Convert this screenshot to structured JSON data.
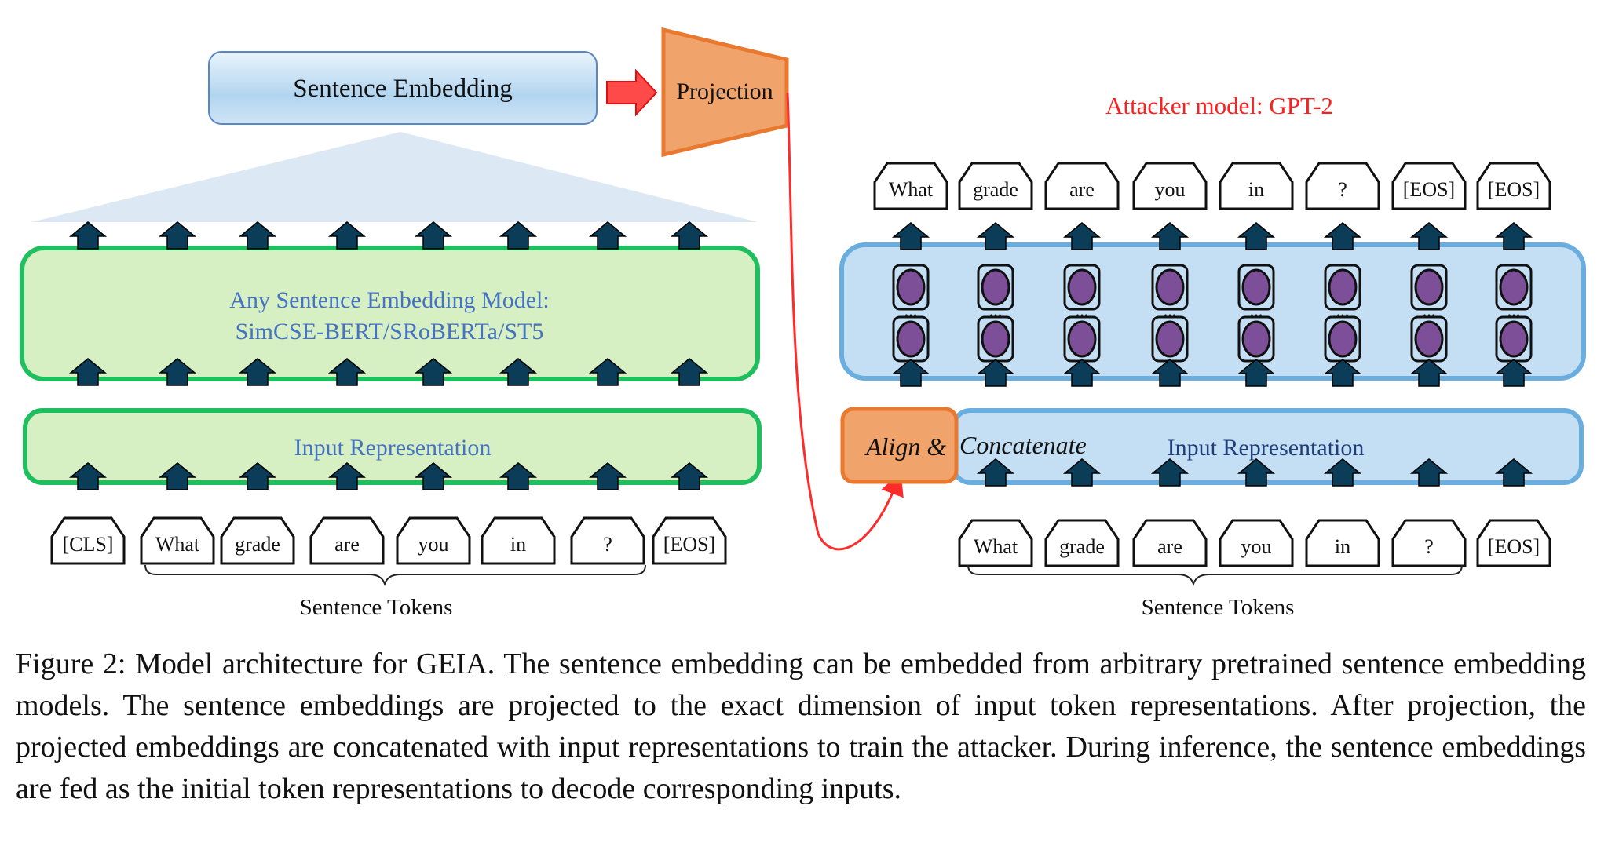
{
  "figure": {
    "encoder": {
      "sentence_embedding_label": "Sentence Embedding",
      "projection_label": "Projection",
      "model_label_line1": "Any Sentence Embedding Model:",
      "model_label_line2": "SimCSE-BERT/SRoBERTa/ST5",
      "input_representation_label": "Input Representation",
      "input_tokens": [
        "[CLS]",
        "What",
        "grade",
        "are",
        "you",
        "in",
        "?",
        "[EOS]"
      ],
      "brace_label": "Sentence Tokens"
    },
    "attacker": {
      "title": "Attacker model: GPT-2",
      "output_tokens": [
        "What",
        "grade",
        "are",
        "you",
        "in",
        "?",
        "[EOS]",
        "[EOS]"
      ],
      "align_label_part1": "Align &",
      "align_label_part2": "Concatenate",
      "input_representation_label": "Input Representation",
      "input_tokens": [
        "What",
        "grade",
        "are",
        "you",
        "in",
        "?",
        "[EOS]"
      ],
      "brace_label": "Sentence Tokens",
      "ellipsis": "..."
    },
    "colors": {
      "green_fill": "#d6efc3",
      "green_stroke": "#1fbe5e",
      "blue_fill": "#c4dff3",
      "blue_stroke": "#6aaee0",
      "orange_fill": "#f0a46c",
      "orange_stroke": "#e8792e",
      "arrow_fill": "#0b3c58",
      "node_fill": "#7e4f99",
      "red": "#ff2a2a",
      "label_blue": "#4472c4",
      "label_navy": "#1f3d7a"
    }
  },
  "caption": {
    "text": "Figure 2: Model architecture for GEIA. The sentence embedding can be embedded from arbitrary pretrained sentence embedding models. The sentence embeddings are projected to the exact dimension of input token representations. After projection, the projected embeddings are concatenated with input representations to train the attacker. During inference, the sentence embeddings are fed as the initial token representations to decode corresponding inputs."
  }
}
